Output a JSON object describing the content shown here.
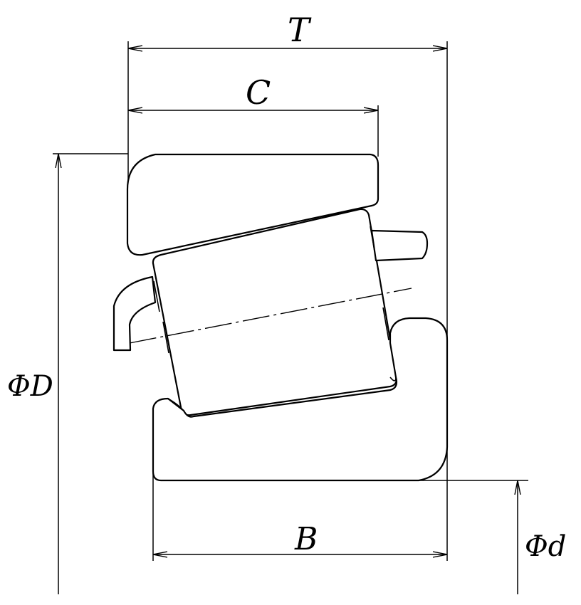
{
  "diagram": {
    "type": "tapered-roller-bearing-cross-section",
    "labels": {
      "total_width": "T",
      "cup_width": "C",
      "cone_width": "B",
      "outer_diameter": "ΦD",
      "bore_diameter": "Φd"
    },
    "line_color": "#000000",
    "background": "#ffffff"
  }
}
